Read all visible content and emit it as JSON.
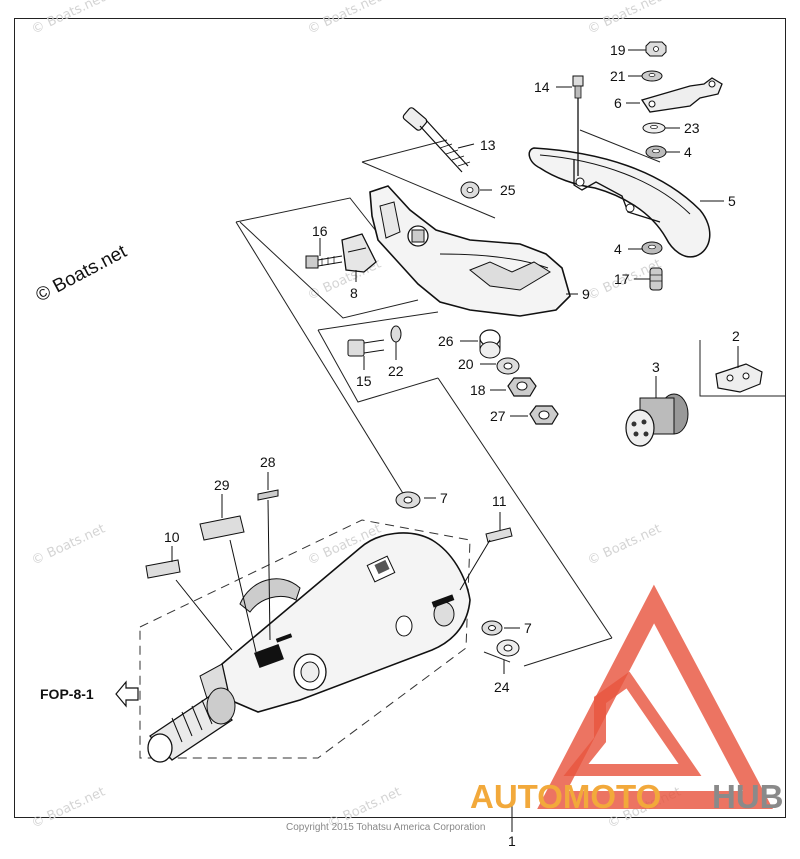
{
  "watermark": "© Boats.net",
  "big_watermark": "© Boats.net",
  "ref_label": "FOP-8-1",
  "copyright": "Copyright 2015 Tohatsu America Corporation",
  "logo": {
    "part1": "AUTOMOTO",
    "part2": "HUB",
    "color_orange": "#f2a93b",
    "color_gray": "#8a8a8a",
    "color_red": "#e8553f"
  },
  "callouts": [
    "1",
    "2",
    "3",
    "4",
    "4",
    "5",
    "6",
    "7",
    "7",
    "8",
    "9",
    "10",
    "11",
    "13",
    "14",
    "15",
    "16",
    "17",
    "18",
    "19",
    "20",
    "21",
    "22",
    "23",
    "24",
    "25",
    "26",
    "27",
    "28",
    "29"
  ]
}
